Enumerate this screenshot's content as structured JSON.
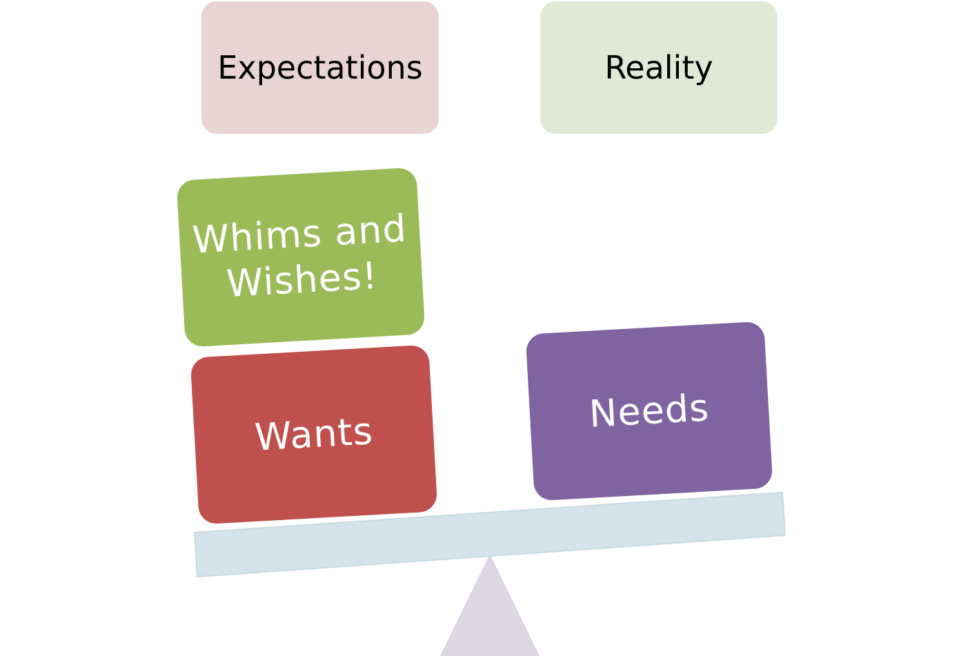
{
  "diagram": {
    "top_boxes": {
      "expectations": {
        "label": "Expectations",
        "color": "#e8d4d4"
      },
      "reality": {
        "label": "Reality",
        "color": "#e1e9d6"
      }
    },
    "scale_left": {
      "upper": {
        "label": "Whims and\nWishes!",
        "color": "#9bbb59"
      },
      "lower": {
        "label": "Wants",
        "color": "#c0504d"
      }
    },
    "scale_right": {
      "box": {
        "label": "Needs",
        "color": "#8064a2"
      }
    },
    "seesaw": {
      "plank_color": "#d5e4ea",
      "plank_edge_color": "#c8dbe2",
      "fulcrum_color": "#dcd6e5"
    }
  }
}
